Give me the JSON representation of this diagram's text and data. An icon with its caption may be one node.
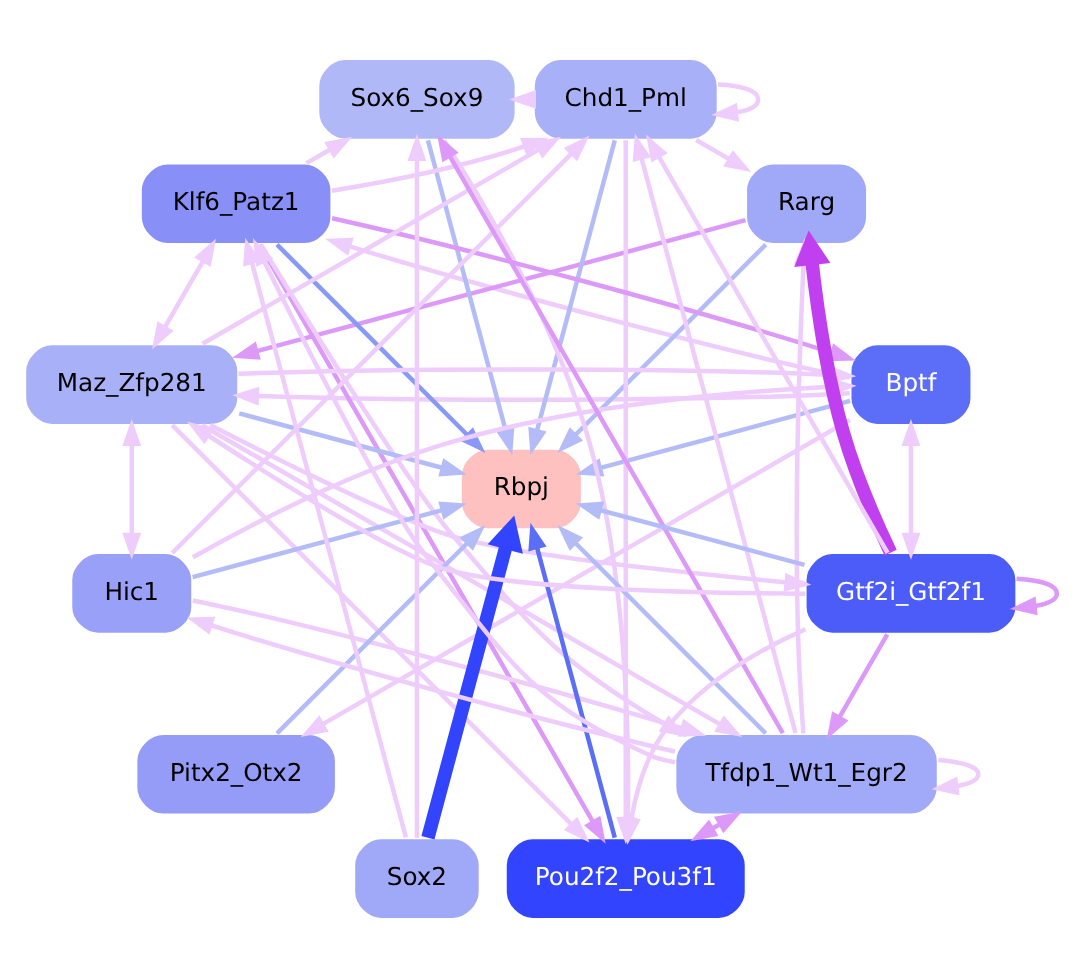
{
  "diagram": {
    "nodes": [
      {
        "text": [
          "Bptf"
        ]
      },
      {
        "text": [
          "Gtf2i_Gtf2f1"
        ]
      },
      {
        "text": [
          "Rarg"
        ]
      },
      {
        "text": [
          "Tfdp1_Wt1_Egr2"
        ]
      },
      {
        "text": [
          "Chd1_Pml"
        ]
      },
      {
        "text": [
          "Pou2f2_Pou3f1"
        ]
      },
      {
        "text": [
          "Rbpj"
        ]
      },
      {
        "text": [
          "Sox6_Sox9"
        ]
      },
      {
        "text": [
          "Sox2"
        ]
      },
      {
        "text": [
          "Klf6_Patz1"
        ]
      },
      {
        "text": [
          "Pitx2_Otx2"
        ]
      },
      {
        "text": [
          "Maz_Zfp281"
        ]
      },
      {
        "text": [
          "Hic1"
        ]
      }
    ],
    "edges": [
      {
        "from": 0,
        "to": 6,
        "arrow": "to",
        "color": "#b4bcf8"
      },
      {
        "from": 1,
        "to": 6,
        "arrow": "to",
        "color": "#b4bcf8"
      },
      {
        "from": 2,
        "to": 6,
        "arrow": "to",
        "color": "#b4bcf8"
      },
      {
        "from": 3,
        "to": 6,
        "arrow": "to",
        "color": "#b4bcf8"
      },
      {
        "from": 4,
        "to": 6,
        "arrow": "to",
        "color": "#b4bcf8"
      },
      {
        "from": 5,
        "to": 6,
        "arrow": "to",
        "color": "#5a6ef8"
      },
      {
        "from": 7,
        "to": 6,
        "arrow": "to",
        "color": "#b4bcf8"
      },
      {
        "from": 8,
        "to": 6,
        "arrow": "to",
        "style": "thick",
        "color": "#3344ff"
      },
      {
        "from": 9,
        "to": 6,
        "arrow": "to",
        "color": "#8899f8"
      },
      {
        "from": 10,
        "to": 6,
        "arrow": "to",
        "color": "#b4bcf8"
      },
      {
        "from": 11,
        "to": 6,
        "arrow": "to",
        "color": "#b4bcf8"
      },
      {
        "from": 12,
        "to": 6,
        "arrow": "to",
        "color": "#b4bcf8"
      },
      {
        "from": 0,
        "to": 1,
        "arrow": "both"
      },
      {
        "from": 1,
        "to": 1,
        "arrow": "to",
        "color": "#dd99f8"
      },
      {
        "from": 1,
        "to": 2,
        "arrow": "to",
        "style": "thick",
        "color": "#c040f0"
      },
      {
        "from": 1,
        "to": 3,
        "arrow": "to",
        "color": "#dd99f8"
      },
      {
        "from": 3,
        "to": 3,
        "arrow": "to"
      },
      {
        "from": 3,
        "to": 2,
        "arrow": "to"
      },
      {
        "from": 3,
        "to": 5,
        "arrow": "both",
        "color": "#dd99f8"
      },
      {
        "from": 3,
        "to": 4,
        "arrow": "to"
      },
      {
        "from": 3,
        "to": 7,
        "arrow": "to",
        "color": "#dd99f8"
      },
      {
        "from": 3,
        "to": 9,
        "arrow": "to"
      },
      {
        "from": 3,
        "to": 12,
        "arrow": "to"
      },
      {
        "from": 1,
        "to": 4,
        "arrow": "to"
      },
      {
        "from": 1,
        "to": 5,
        "arrow": "to"
      },
      {
        "from": 1,
        "to": 11,
        "arrow": "to"
      },
      {
        "from": 4,
        "to": 4,
        "arrow": "to"
      },
      {
        "from": 4,
        "to": 2,
        "arrow": "to"
      },
      {
        "from": 4,
        "to": 5,
        "arrow": "to"
      },
      {
        "from": 4,
        "to": 7,
        "arrow": "to"
      },
      {
        "from": 0,
        "to": 9,
        "arrow": "to"
      },
      {
        "from": 0,
        "to": 10,
        "arrow": "to"
      },
      {
        "from": 0,
        "to": 11,
        "arrow": "to"
      },
      {
        "from": 2,
        "to": 11,
        "arrow": "to",
        "color": "#dd99f8"
      },
      {
        "from": 9,
        "to": 7,
        "arrow": "to"
      },
      {
        "from": 9,
        "to": 4,
        "arrow": "to"
      },
      {
        "from": 9,
        "to": 0,
        "arrow": "to",
        "color": "#dd99f8"
      },
      {
        "from": 9,
        "to": 5,
        "arrow": "to",
        "color": "#dd99f8"
      },
      {
        "from": 9,
        "to": 3,
        "arrow": "to"
      },
      {
        "from": 8,
        "to": 7,
        "arrow": "to"
      },
      {
        "from": 8,
        "to": 9,
        "arrow": "to"
      },
      {
        "from": 7,
        "to": 5,
        "arrow": "to"
      },
      {
        "from": 11,
        "to": 4,
        "arrow": "to"
      },
      {
        "from": 11,
        "to": 9,
        "arrow": "both"
      },
      {
        "from": 11,
        "to": 12,
        "arrow": "both"
      },
      {
        "from": 11,
        "to": 0,
        "arrow": "to"
      },
      {
        "from": 11,
        "to": 1,
        "arrow": "to"
      },
      {
        "from": 11,
        "to": 3,
        "arrow": "to"
      },
      {
        "from": 11,
        "to": 5,
        "arrow": "to"
      },
      {
        "from": 12,
        "to": 0,
        "arrow": "to"
      },
      {
        "from": 12,
        "to": 3,
        "arrow": "to"
      },
      {
        "from": 12,
        "to": 4,
        "arrow": "to"
      }
    ]
  }
}
